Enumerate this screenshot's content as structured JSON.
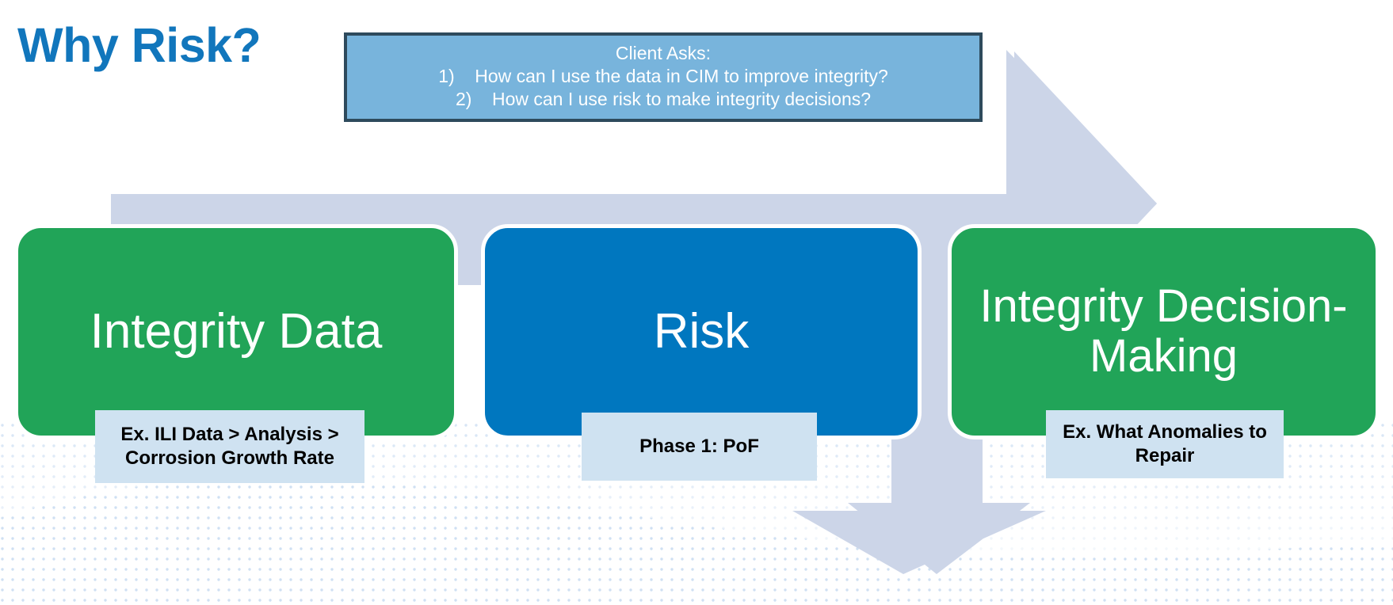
{
  "slide": {
    "title": "Why Risk?",
    "title_color": "#1176bc",
    "background": "#ffffff"
  },
  "client_asks": {
    "heading": "Client Asks:",
    "fill_color": "#78b4dc",
    "border_color": "#2e4a5c",
    "text_color": "#ffffff",
    "items": [
      {
        "number": "1)",
        "text": "How can I use the data in CIM to improve integrity?"
      },
      {
        "number": "2)",
        "text": "How can I use risk to make integrity decisions?"
      }
    ]
  },
  "arrow": {
    "name": "process-arrow",
    "color": "#ccd5e8",
    "direction": "right"
  },
  "decoration": {
    "dots_color": "#cfe0f3"
  },
  "flow": {
    "stages": [
      {
        "id": "integrity-data",
        "label": "Integrity Data",
        "color": "#21a458",
        "caption": "Ex. ILI Data > Analysis > Corrosion Growth Rate",
        "caption_color": "#cfe2f1"
      },
      {
        "id": "risk",
        "label": "Risk",
        "color": "#0077bf",
        "caption": "Phase 1: PoF",
        "caption_color": "#cfe2f1"
      },
      {
        "id": "integrity-decision-making",
        "label": "Integrity Decision-Making",
        "color": "#21a458",
        "caption": "Ex. What Anomalies to Repair",
        "caption_color": "#cfe2f1"
      }
    ]
  }
}
